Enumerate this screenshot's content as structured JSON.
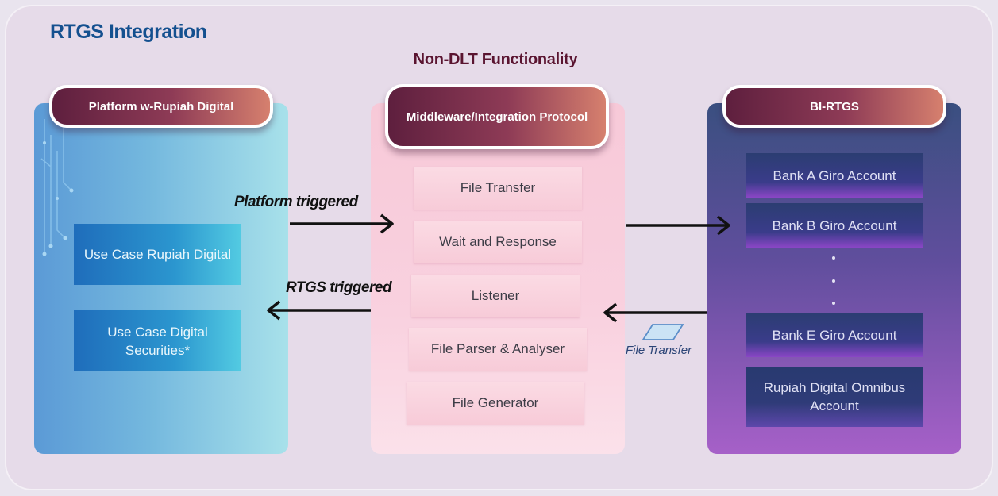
{
  "title": "RTGS Integration",
  "subtitle": "Non-DLT Functionality",
  "panels": {
    "left": {
      "heading": "Platform w-Rupiah Digital",
      "items": [
        "Use Case Rupiah Digital",
        "Use Case Digital Securities*"
      ]
    },
    "middle": {
      "heading": "Middleware/Integration Protocol",
      "items": [
        "File Transfer",
        "Wait and Response",
        "Listener",
        "File Parser & Analyser",
        "File Generator"
      ]
    },
    "right": {
      "heading": "BI-RTGS",
      "items": [
        "Bank A Giro Account",
        "Bank B Giro Account",
        "Bank E Giro Account",
        "Rupiah Digital Omnibus Account"
      ]
    }
  },
  "arrows": {
    "platform_triggered": "Platform triggered",
    "rtgs_triggered": "RTGS triggered",
    "file_transfer": "File Transfer"
  },
  "colors": {
    "title": "#14508f",
    "subtitle": "#5a1430",
    "pill_start": "#5e1f3e",
    "pill_end": "#d6806e"
  },
  "icons": [
    "file-transfer-icon",
    "arrow-right-icon",
    "arrow-left-icon"
  ]
}
